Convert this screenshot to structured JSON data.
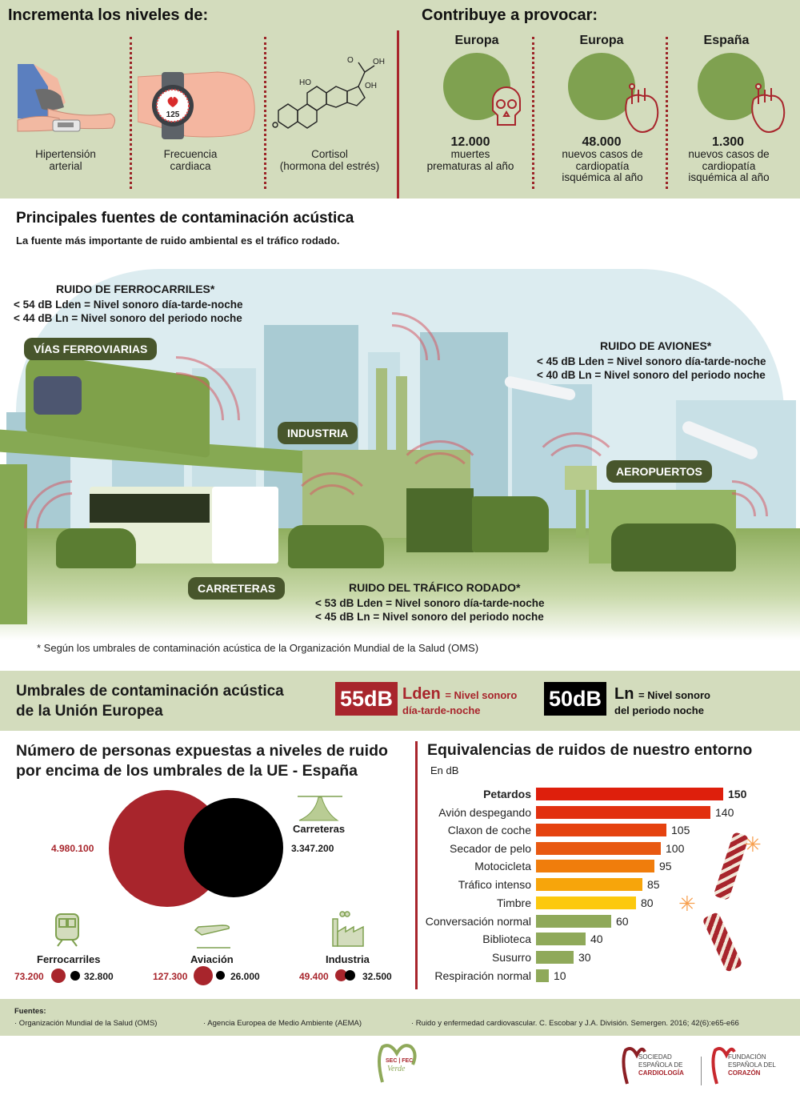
{
  "top": {
    "left_title": "Incrementa los niveles de:",
    "right_title": "Contribuye a provocar:",
    "levels": [
      {
        "icon": "blood-pressure-icon",
        "line1": "Hipertensión",
        "line2": "arterial"
      },
      {
        "icon": "smartwatch-heart-rate-icon",
        "line1": "Frecuencia",
        "line2": "cardiaca",
        "watch_value": "125"
      },
      {
        "icon": "cortisol-molecule-icon",
        "line1": "Cortisol",
        "line2": "(hormona del estrés)"
      }
    ],
    "effects": [
      {
        "region": "Europa",
        "icon": "skull-icon",
        "number": "12.000",
        "lines": [
          "muertes",
          "prematuras al año"
        ]
      },
      {
        "region": "Europa",
        "icon": "heart-icon",
        "number": "48.000",
        "lines": [
          "nuevos casos de",
          "cardiopatía",
          "isquémica al año"
        ]
      },
      {
        "region": "España",
        "icon": "heart-icon",
        "number": "1.300",
        "lines": [
          "nuevos casos de",
          "cardiopatía",
          "isquémica al año"
        ]
      }
    ]
  },
  "sources_section": {
    "title": "Principales fuentes de contaminación acústica",
    "subtitle": "La fuente más importante de ruido ambiental es el tráfico rodado.",
    "rail": {
      "title": "RUIDO DE FERROCARRILES*",
      "lden": "< 54 dB Lden = Nivel sonoro día-tarde-noche",
      "ln": "< 44 dB Ln = Nivel sonoro del periodo noche"
    },
    "air": {
      "title": "RUIDO DE AVIONES*",
      "lden": "< 45 dB Lden = Nivel sonoro día-tarde-noche",
      "ln": "< 40 dB Ln = Nivel sonoro del periodo noche"
    },
    "road": {
      "title": "RUIDO DEL TRÁFICO RODADO*",
      "lden": "< 53 dB Lden = Nivel sonoro día-tarde-noche",
      "ln": "< 45 dB Ln = Nivel sonoro del periodo noche"
    },
    "labels": {
      "rail": "VÍAS FERROVIARIAS",
      "industry": "INDUSTRIA",
      "airports": "AEROPUERTOS",
      "roads": "CARRETERAS"
    },
    "footnote": "* Según los umbrales de contaminación acústica de la Organización Mundial de la Salud (OMS)"
  },
  "eu_thresholds": {
    "title_line1": "Umbrales de contaminación acústica",
    "title_line2": "de la Unión Europea",
    "lden_badge": "55dB",
    "lden_label": "Lden",
    "lden_desc1": "= Nivel sonoro",
    "lden_desc2": "día-tarde-noche",
    "ln_badge": "50dB",
    "ln_label": "Ln",
    "ln_desc1": "= Nivel sonoro",
    "ln_desc2": "del periodo noche",
    "colors": {
      "lden": "#a8252c",
      "ln": "#000000"
    }
  },
  "exposure": {
    "title_line1": "Número de personas expuestas a niveles de ruido",
    "title_line2": "por encima de los umbrales de la UE - España",
    "main": {
      "label": "Carreteras",
      "lden": "4.980.100",
      "ln": "3.347.200"
    },
    "others": [
      {
        "label": "Ferrocarriles",
        "lden": "73.200",
        "ln": "32.800",
        "icon": "train-icon"
      },
      {
        "label": "Aviación",
        "lden": "127.300",
        "ln": "26.000",
        "icon": "airplane-icon"
      },
      {
        "label": "Industria",
        "lden": "49.400",
        "ln": "32.500",
        "icon": "factory-icon"
      }
    ]
  },
  "equivalences": {
    "title": "Equivalencias de ruidos de nuestro entorno",
    "unit": "En dB",
    "rows": [
      {
        "label": "Petardos",
        "value": "150"
      },
      {
        "label": "Avión despegando",
        "value": "140"
      },
      {
        "label": "Claxon de coche",
        "value": "105"
      },
      {
        "label": "Secador de pelo",
        "value": "100"
      },
      {
        "label": "Motocicleta",
        "value": "95"
      },
      {
        "label": "Tráfico intenso",
        "value": "85"
      },
      {
        "label": "Timbre",
        "value": "80"
      },
      {
        "label": "Conversación normal",
        "value": "60"
      },
      {
        "label": "Biblioteca",
        "value": "40"
      },
      {
        "label": "Susurro",
        "value": "30"
      },
      {
        "label": "Respiración normal",
        "value": "10"
      }
    ]
  },
  "chart_data": [
    {
      "type": "bar",
      "orientation": "horizontal",
      "title": "Equivalencias de ruidos de nuestro entorno",
      "xlabel": "En dB",
      "categories": [
        "Petardos",
        "Avión despegando",
        "Claxon de coche",
        "Secador de pelo",
        "Motocicleta",
        "Tráfico intenso",
        "Timbre",
        "Conversación normal",
        "Biblioteca",
        "Susurro",
        "Respiración normal"
      ],
      "values": [
        150,
        140,
        105,
        100,
        95,
        85,
        80,
        60,
        40,
        30,
        10
      ],
      "colors": [
        "#de1f0c",
        "#e2300f",
        "#e5420f",
        "#e85811",
        "#f07d0c",
        "#f7a50b",
        "#fcc90e",
        "#8fa95a",
        "#8fa95a",
        "#8fa95a",
        "#8fa95a"
      ],
      "grid": false
    },
    {
      "type": "bubble",
      "title": "Número de personas expuestas a niveles de ruido por encima de los umbrales de la UE - España",
      "categories": [
        "Carreteras",
        "Ferrocarriles",
        "Aviación",
        "Industria"
      ],
      "series": [
        {
          "name": "Lden (55dB)",
          "color": "#a8252c",
          "values": [
            4980100,
            73200,
            127300,
            49400
          ]
        },
        {
          "name": "Ln (50dB)",
          "color": "#000000",
          "values": [
            3347200,
            32800,
            26000,
            32500
          ]
        }
      ]
    }
  ],
  "footer": {
    "sources_title": "Fuentes:",
    "sources": [
      "· Organización Mundial de la Salud (OMS)",
      "· Agencia Europea de Medio Ambiente (AEMA)",
      "· Ruido y enfermedad cardiovascular. C. Escobar y J.A. División. Semergen. 2016; 42(6):e65-e66"
    ],
    "logo_center_line1": "SEC | FEC",
    "logo_center_line2": "Verde",
    "logo_sec": [
      "SOCIEDAD",
      "ESPAÑOLA DE",
      "CARDIOLOGÍA"
    ],
    "logo_fec": [
      "FUNDACIÓN",
      "ESPAÑOLA DEL",
      "CORAZÓN"
    ]
  }
}
